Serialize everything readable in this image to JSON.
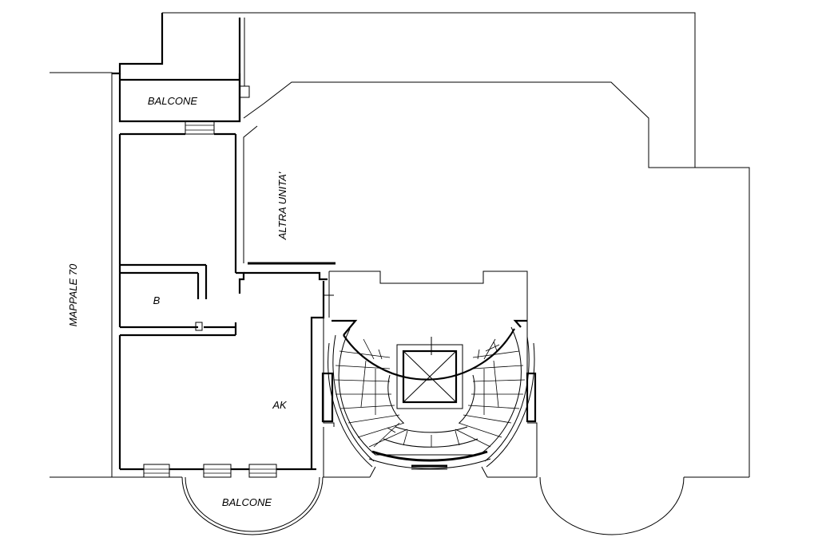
{
  "labels": {
    "balcone_top": "BALCONE",
    "balcone_bottom": "BALCONE",
    "altra_unita": "ALTRA UNITA'",
    "mappale": "MAPPALE 70",
    "room_b": "B",
    "room_ak": "AK"
  },
  "colors": {
    "line": "#000000",
    "background": "#ffffff"
  }
}
